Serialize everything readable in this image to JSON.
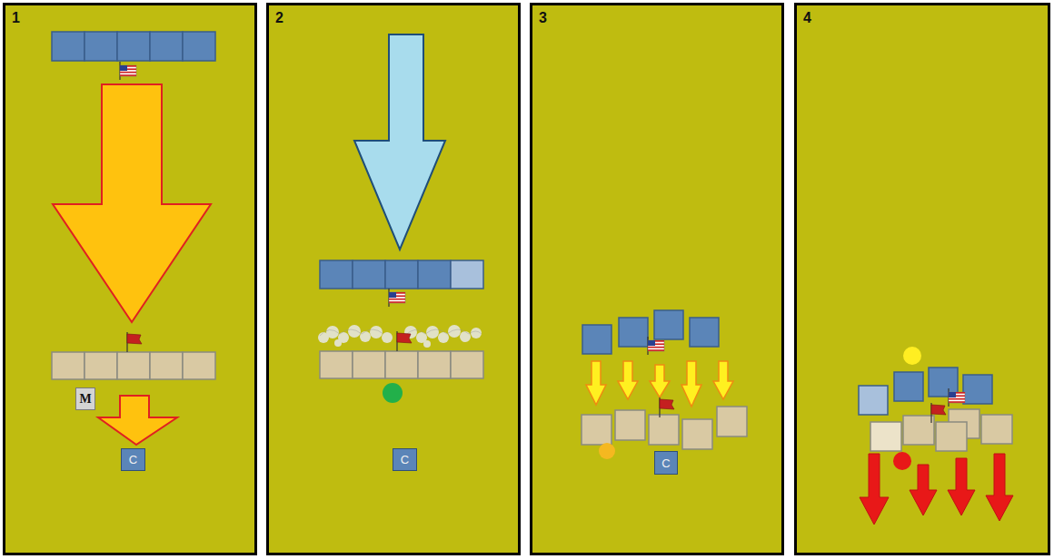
{
  "diagram": {
    "nodes": [
      {
        "text": [
          "1"
        ]
      },
      {
        "text": [
          "M"
        ],
        "in": 0
      },
      {
        "text": [
          "C"
        ],
        "in": 0
      },
      {
        "text": [
          "2"
        ]
      },
      {
        "text": [
          "C"
        ],
        "in": 3
      },
      {
        "text": [
          "3"
        ]
      },
      {
        "text": [
          "C"
        ],
        "in": 5
      },
      {
        "text": [
          "4"
        ]
      }
    ]
  }
}
